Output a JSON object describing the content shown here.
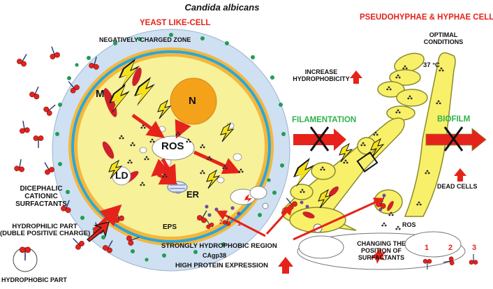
{
  "title": "Candida albicans",
  "yeast_label": "YEAST LIKE-CELL",
  "hyphae_label": "PSEUDOHYPHAE & HYPHAE CELL",
  "neg_zone": "NEGATIVELY CHARGED ZONE",
  "optimal": [
    "OPTIMAL",
    "CONDITIONS"
  ],
  "temp": "37 °C",
  "hydrophobicity": [
    "INCREASE",
    "HYDROPHOBICITY"
  ],
  "filamentation": "FILAMENTATION",
  "biofilm": "BIOFILM",
  "organelles": {
    "m": "M",
    "n": "N",
    "ros": "ROS",
    "ld": "LD",
    "er": "ER"
  },
  "eps": "EPS",
  "dicephalic": [
    "DICEPHALIC",
    "CATIONIC",
    "SURFACTANTS"
  ],
  "hydrophilic": [
    "HYDROPHILIC PART",
    "(DUBLE POSITIVE CHARGE)"
  ],
  "hydrophobic_part": "HYDROPHOBIC PART",
  "strongly": "STRONGLY HYDROPHOBIC REGION",
  "cagp": "CAgp38",
  "high_protein": "HIGH PROTEIN EXPRESSION",
  "ros_out": "ROS",
  "dead": "DEAD CELLS",
  "changing": [
    "CHANGING THE",
    "POSITION OF",
    "SURFACTANTS"
  ],
  "positions": [
    "1",
    "2",
    "3"
  ],
  "colors": {
    "cell_outer": "#cfe0f2",
    "cell_inner": "#f7f19a",
    "membrane_blue": "#2aa7dc",
    "wall_orange": "#f5b73b",
    "nucleus": "#f4a21a",
    "mito": "#d0202a",
    "eps_dot": "#1f9d55",
    "hypha_fill": "#f9f06a",
    "hypha_stroke": "#8a8a2a",
    "arrow_red": "#e5231b",
    "label_red": "#e5231b",
    "label_green": "#2db24a",
    "protein_purple": "#6b4ea0"
  }
}
